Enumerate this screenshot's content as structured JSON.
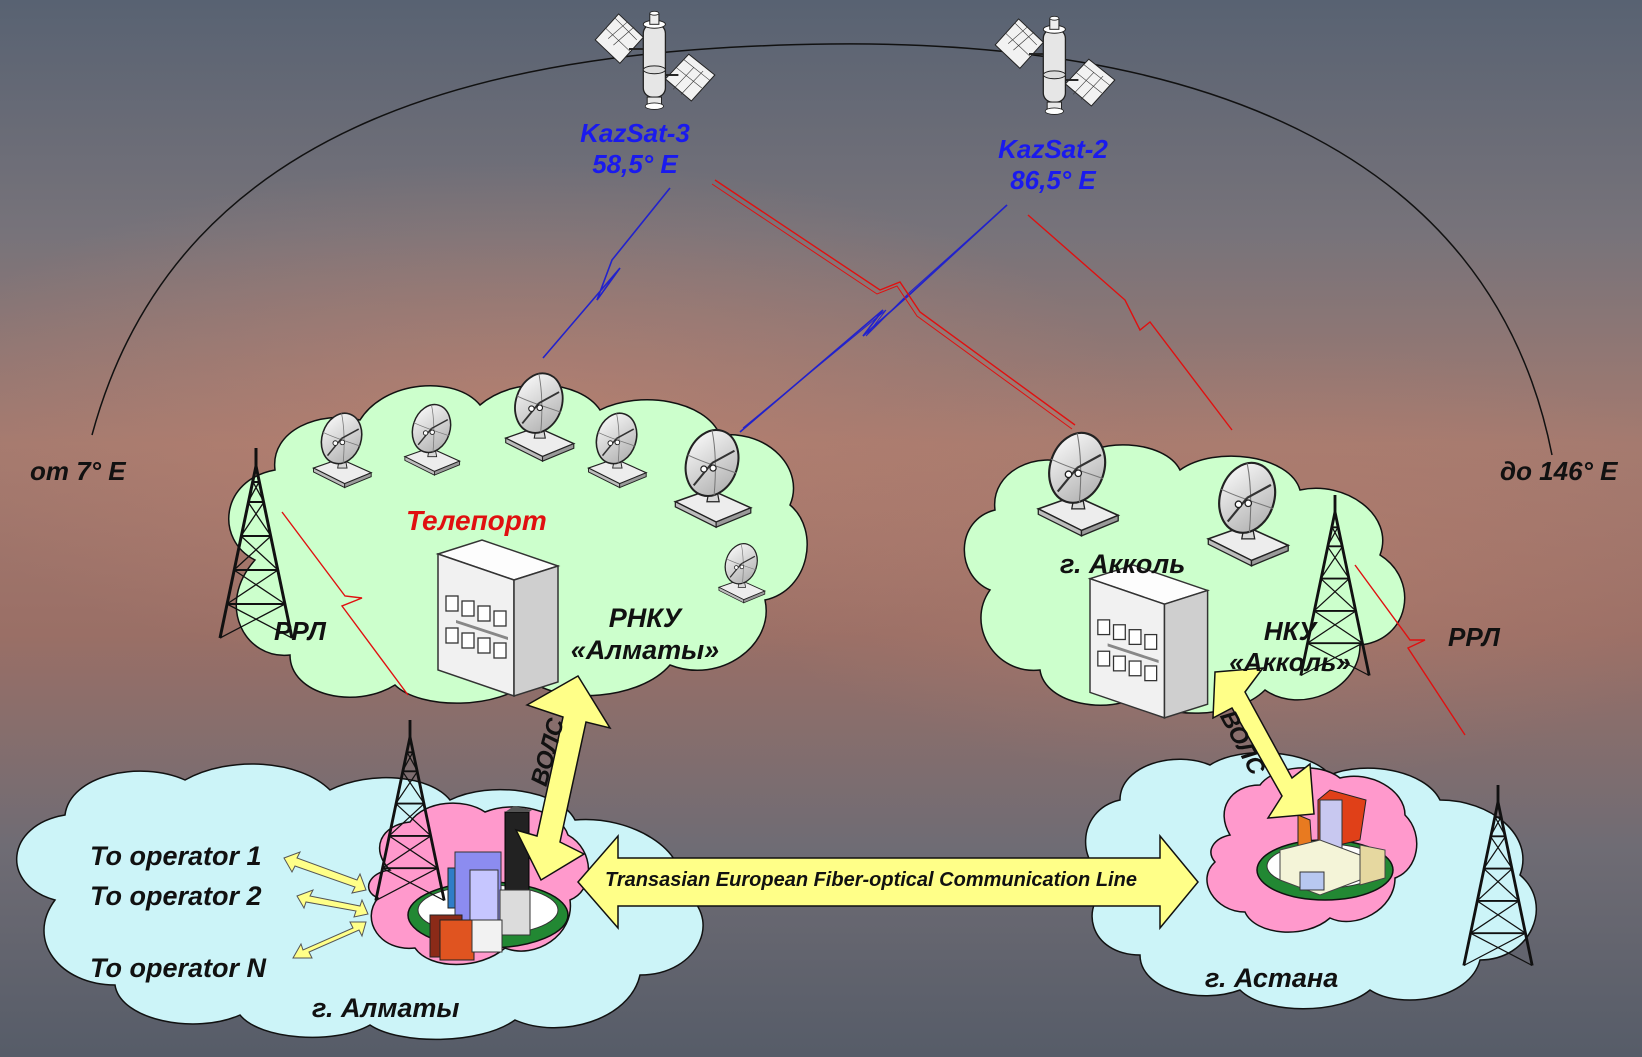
{
  "satellites": [
    {
      "name": "KazSat-3",
      "position": "58,5° E"
    },
    {
      "name": "KazSat-2",
      "position": "86,5° E"
    }
  ],
  "arc": {
    "start_label": "от 7° E",
    "end_label": "до 146° E"
  },
  "almaty_site": {
    "teleport_label": "Телепорт",
    "rnku_line1": "РНКУ",
    "rnku_line2": "«Алматы»",
    "rrl_label": "РРЛ",
    "vols_label": "ВОЛС",
    "city_label": "г. Алматы",
    "operators": [
      "To  operator 1",
      "To  operator 2",
      "To  operator N"
    ]
  },
  "akkol_site": {
    "city_label": "г. Акколь",
    "nku_line1": "НКУ",
    "nku_line2": "«Акколь»",
    "rrl_label": "РРЛ",
    "vols_label": "ВОЛС"
  },
  "astana_site": {
    "city_label": "г. Астана"
  },
  "fiber_line": {
    "label": "Transasian European Fiber-optical Communication Line"
  },
  "colors": {
    "satellite_link": "#2222cc",
    "ground_link": "#e01010",
    "arrow_fill": "#ffff88",
    "cloud_green": "#ccffcc",
    "cloud_blue": "#ccf4f8",
    "city_pink": "#ff99cc",
    "city_ground": "#228833"
  }
}
